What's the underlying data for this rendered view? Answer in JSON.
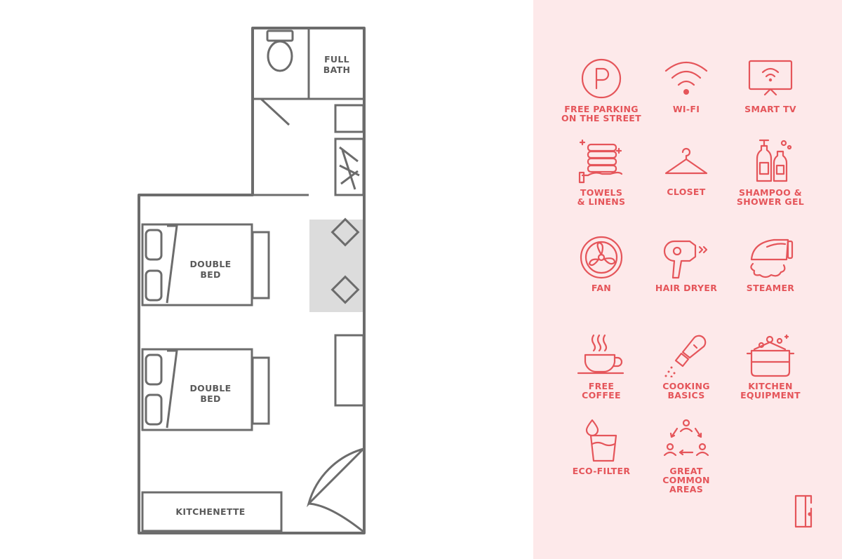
{
  "floorplan": {
    "rooms": {
      "full_bath": [
        "FULL",
        "BATH"
      ],
      "bed_1": [
        "DOUBLE",
        "BED"
      ],
      "bed_2": [
        "DOUBLE",
        "BED"
      ],
      "kitchenette": "KITCHENETTE"
    }
  },
  "amenities": [
    {
      "icon": "parking-icon",
      "label": "FREE PARKING\nON THE STREET"
    },
    {
      "icon": "wifi-icon",
      "label": "WI-FI"
    },
    {
      "icon": "smart-tv-icon",
      "label": "SMART TV"
    },
    {
      "icon": "towels-icon",
      "label": "TOWELS\n& LINENS"
    },
    {
      "icon": "hanger-icon",
      "label": "CLOSET"
    },
    {
      "icon": "shampoo-bottles-icon",
      "label": "SHAMPOO &\nSHOWER GEL"
    },
    {
      "icon": "fan-icon",
      "label": "FAN"
    },
    {
      "icon": "hair-dryer-icon",
      "label": "HAIR DRYER"
    },
    {
      "icon": "steamer-icon",
      "label": "STEAMER"
    },
    {
      "icon": "coffee-cup-icon",
      "label": "FREE\nCOFFEE"
    },
    {
      "icon": "salt-shaker-icon",
      "label": "COOKING\nBASICS"
    },
    {
      "icon": "cooking-pot-icon",
      "label": "KITCHEN\nEQUIPMENT"
    },
    {
      "icon": "water-glass-icon",
      "label": "ECO-FILTER"
    },
    {
      "icon": "people-cycle-icon",
      "label": "GREAT\nCOMMON\nAREAS"
    }
  ],
  "colors": {
    "accent": "#e5555a",
    "panel_bg": "#fde9ea",
    "wall": "#6c6c6c"
  }
}
